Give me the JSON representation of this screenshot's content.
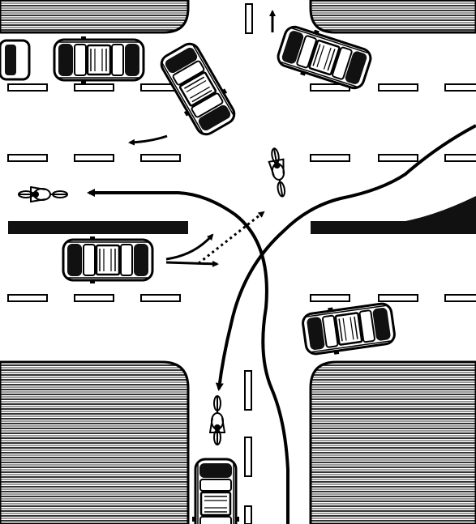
{
  "diagram": {
    "kind": "traffic-intersection-illustration",
    "colors": {
      "ink": "#000000",
      "paper": "#ffffff",
      "dark_fill": "#1a1a1a"
    },
    "vehicles": [
      {
        "id": "car-parked-top-left",
        "type": "car",
        "role": "parked"
      },
      {
        "id": "car-top-left-turning",
        "type": "car",
        "role": "turning-left"
      },
      {
        "id": "car-top-right-northbound",
        "type": "car",
        "role": "heading-north"
      },
      {
        "id": "car-center-left",
        "type": "car",
        "role": "deciding-direction"
      },
      {
        "id": "car-right-middle",
        "type": "car",
        "role": "waiting"
      },
      {
        "id": "car-bottom",
        "type": "car",
        "role": "waiting"
      },
      {
        "id": "bicycle-left",
        "type": "bicycle",
        "role": "westbound"
      },
      {
        "id": "bicycle-top-center",
        "type": "bicycle",
        "role": "northbound"
      },
      {
        "id": "bicycle-bottom",
        "type": "bicycle",
        "role": "southbound"
      }
    ]
  }
}
